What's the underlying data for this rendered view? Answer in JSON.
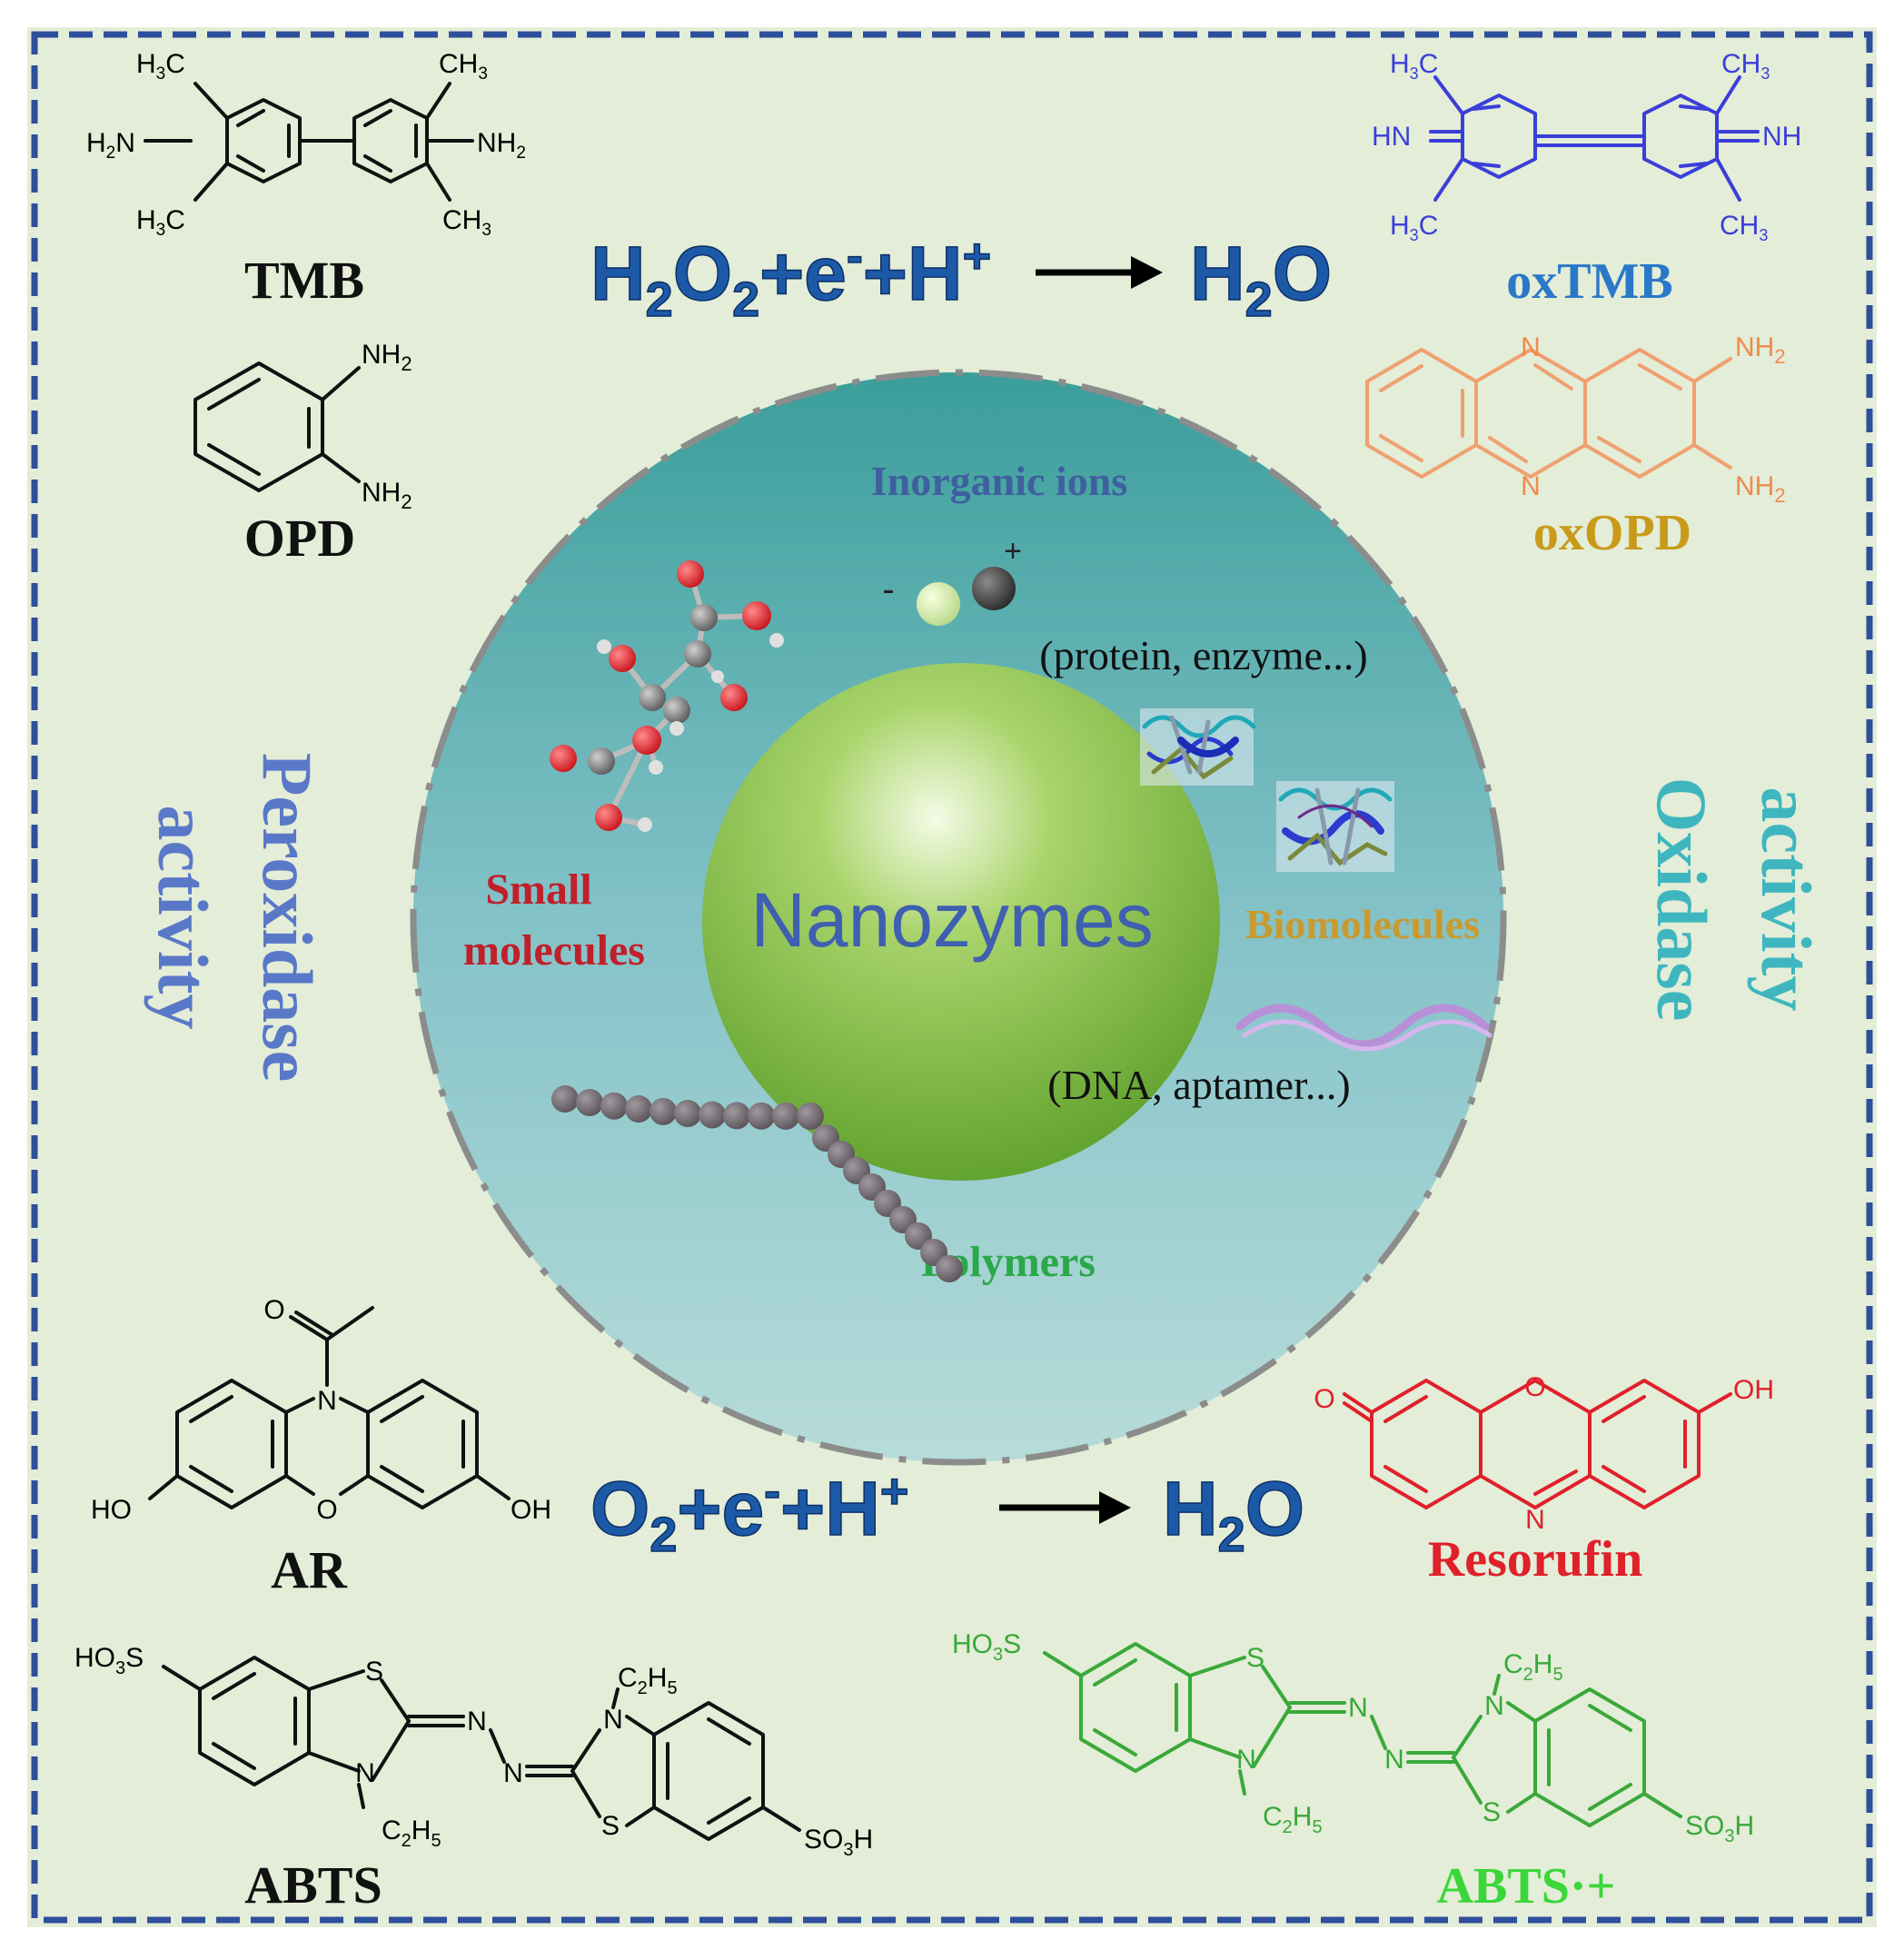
{
  "title_reactions": {
    "peroxidase": {
      "lhs": "H2O2+e-+H+",
      "rhs": "H2O"
    },
    "oxidase": {
      "lhs": "O2+e-+H+",
      "rhs": "H2O"
    }
  },
  "center": {
    "core_label": "Nanozymes",
    "inorganic_label": "Inorganic ions",
    "minus_sign": "-",
    "plus_sign": "+",
    "small_molecules_line1": "Small",
    "small_molecules_line2": "molecules",
    "biomolecules_label": "Biomolecules",
    "protein_note": "(protein, enzyme...)",
    "dna_note": "(DNA, aptamer...)",
    "polymers_label": "Polymers"
  },
  "side_labels": {
    "peroxidase_line1": "Peroxidase",
    "peroxidase_line2": "activity",
    "oxidase_line1": "Oxidase",
    "oxidase_line2": "activity"
  },
  "substrates": {
    "tmb": "TMB",
    "oxtmb": "oxTMB",
    "opd": "OPD",
    "oxopd": "oxOPD",
    "ar": "AR",
    "resorufin": "Resorufin",
    "abts": "ABTS",
    "abts_radical": "ABTS·+"
  },
  "atoms": {
    "h3c": "H3C",
    "ch3": "CH3",
    "h2n": "H2N",
    "nh2": "NH2",
    "hn": "HN",
    "nh": "NH",
    "n": "N",
    "o": "O",
    "ho": "HO",
    "oh": "OH",
    "s": "S",
    "ho3s": "HO3S",
    "so3h": "SO3H",
    "c2h5": "C2H5"
  },
  "colors": {
    "background": "#e3edd7",
    "frame": "#2e4f9c",
    "outer_sphere": "#5fb4b8",
    "core_sphere": "#7fbf3f",
    "nanozymes_text": "#3f5fb0",
    "reaction_text": "#1c5aa8",
    "peroxidase_text": "#5a78c8",
    "oxidase_text": "#3fb6bf",
    "small_molecules_text": "#c0202a",
    "biomolecules_text": "#c99a2e",
    "polymers_text": "#2aa84a",
    "inorganic_text": "#3f5f9f",
    "oxtmb_color": "#3a3fd8",
    "oxopd_struct": "#f0a070",
    "oxopd_label": "#c99a1a",
    "resorufin_color": "#e0202a",
    "abts_radical_color": "#3aa83a"
  }
}
